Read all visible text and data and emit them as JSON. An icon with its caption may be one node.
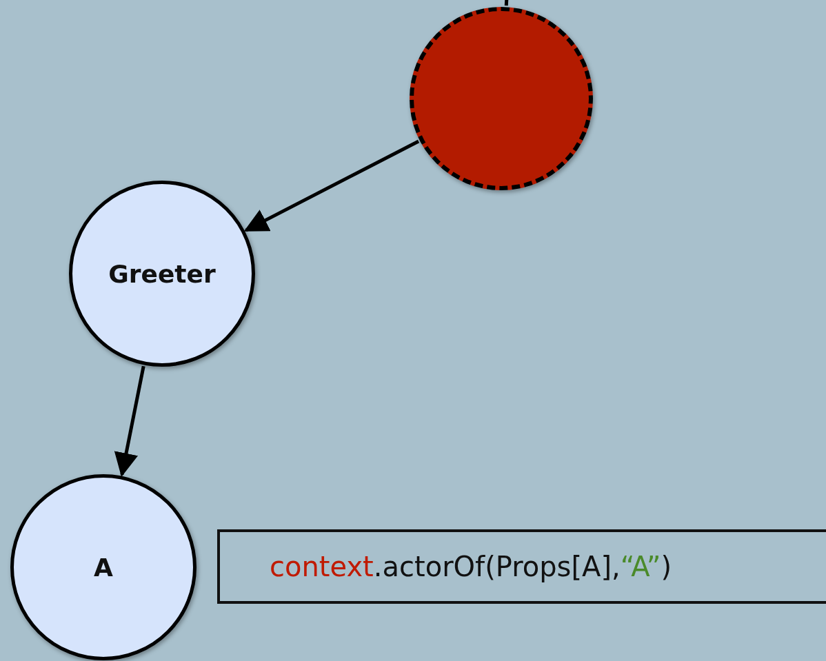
{
  "diagram": {
    "nodes": [
      {
        "text": [],
        "shape": "circle"
      },
      {
        "text": [
          "Greeter"
        ]
      },
      {
        "text": [
          "A"
        ]
      },
      {
        "text": [
          "context.actorOf(Props[A],“A”)"
        ]
      }
    ],
    "edges": [
      {
        "from": null,
        "to": 0,
        "arrow": "none"
      },
      {
        "from": 0,
        "to": 1,
        "arrow": "to"
      },
      {
        "from": 1,
        "to": 2,
        "arrow": "to"
      }
    ]
  }
}
